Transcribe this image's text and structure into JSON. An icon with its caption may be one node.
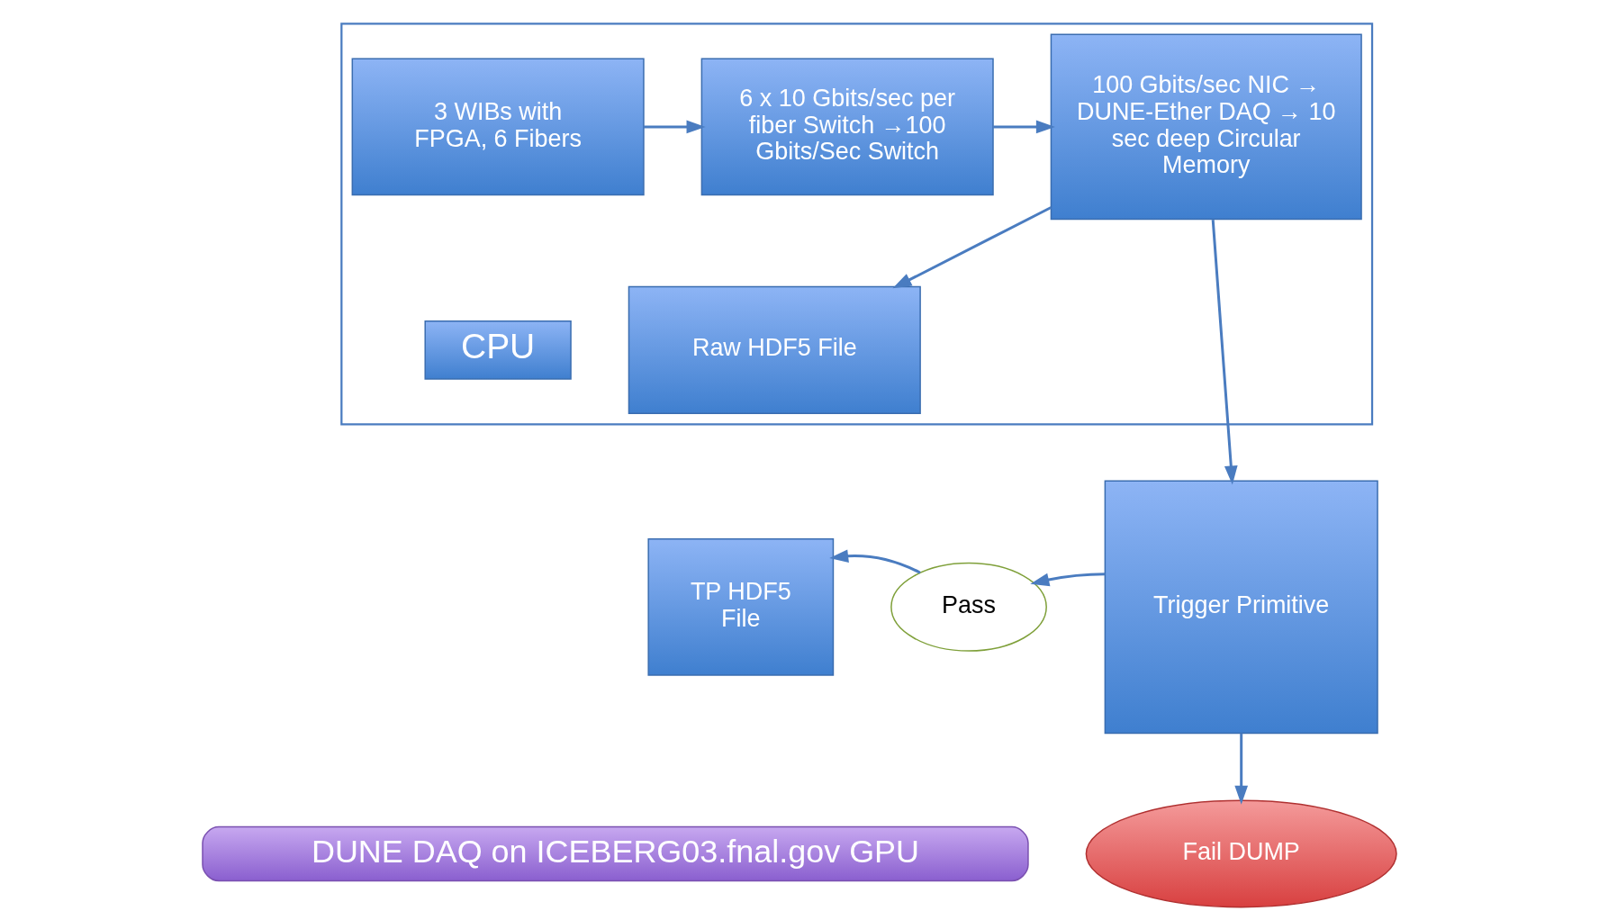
{
  "diagram": {
    "nodes": [
      {
        "text": [],
        "shape": "box"
      },
      {
        "text": [
          "3 WIBs with FPGA, 6 Fibers"
        ],
        "in": 0
      },
      {
        "text": [
          "6 x 10 Gbits/sec per fiber Switch →100 Gbits/Sec Switch"
        ],
        "in": 0
      },
      {
        "text": [
          "100 Gbits/sec NIC → DUNE-Ether DAQ → 10 sec deep Circular Memory"
        ],
        "in": 0
      },
      {
        "text": [
          "CPU"
        ],
        "in": 0
      },
      {
        "text": [
          "Raw HDF5 File"
        ],
        "in": 0
      },
      {
        "text": [
          "Trigger Primitive"
        ]
      },
      {
        "text": [
          "Pass"
        ]
      },
      {
        "text": [
          "TP HDF5 File"
        ]
      },
      {
        "text": [
          "Fail DUMP"
        ]
      },
      {
        "text": [
          "DUNE DAQ on ICEBERG03.fnal.gov GPU"
        ]
      }
    ],
    "edges": [
      {
        "from": 1,
        "to": 2,
        "arrow": "to"
      },
      {
        "from": 2,
        "to": 3,
        "arrow": "to"
      },
      {
        "from": 3,
        "to": 5,
        "arrow": "to"
      },
      {
        "from": 3,
        "to": 6,
        "arrow": "to"
      },
      {
        "from": 6,
        "to": 7,
        "arrow": "to"
      },
      {
        "from": 7,
        "to": 8,
        "arrow": "to"
      },
      {
        "from": 6,
        "to": 9,
        "arrow": "to"
      }
    ]
  }
}
